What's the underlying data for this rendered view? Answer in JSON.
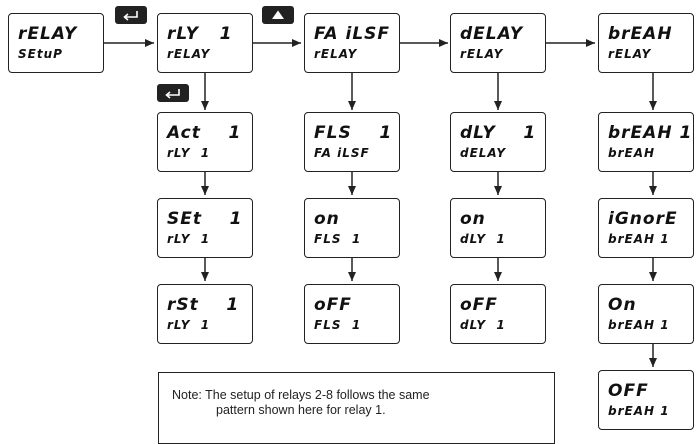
{
  "boxes": {
    "relay_setup": {
      "l1": "rELAY",
      "l2": "SEtuP"
    },
    "rly1": {
      "l1": "rLY   1",
      "l2": "rELAY"
    },
    "failsf": {
      "l1": "FA iLSF",
      "l2": "rELAY"
    },
    "delay": {
      "l1": "dELAY",
      "l2": "rELAY"
    },
    "break": {
      "l1": "brEAH",
      "l2": "rELAY"
    },
    "act": {
      "l1": "Act    1",
      "l2": "rLY  1"
    },
    "set": {
      "l1": "SEt    1",
      "l2": "rLY  1"
    },
    "rst": {
      "l1": "rSt    1",
      "l2": "rLY  1"
    },
    "fls": {
      "l1": "FLS    1",
      "l2": "FA iLSF"
    },
    "fls_on": {
      "l1": "on",
      "l2": "FLS  1"
    },
    "fls_off": {
      "l1": "oFF",
      "l2": "FLS  1"
    },
    "dly": {
      "l1": "dLY    1",
      "l2": "dELAY"
    },
    "dly_on": {
      "l1": "on",
      "l2": "dLY  1"
    },
    "dly_off": {
      "l1": "oFF",
      "l2": "dLY  1"
    },
    "break1": {
      "l1": "brEAH 1",
      "l2": "brEAH"
    },
    "ignore": {
      "l1": "iGnorE",
      "l2": "brEAH 1"
    },
    "break_on": {
      "l1": "On",
      "l2": "brEAH 1"
    },
    "break_off": {
      "l1": "OFF",
      "l2": "brEAH 1"
    }
  },
  "buttons": {
    "enter_top": "enter-icon",
    "up": "up-arrow-icon",
    "enter_below": "enter-icon"
  },
  "note": {
    "line1": "Note:  The setup of relays 2-8 follows the same",
    "line2": "pattern shown here for relay 1."
  }
}
